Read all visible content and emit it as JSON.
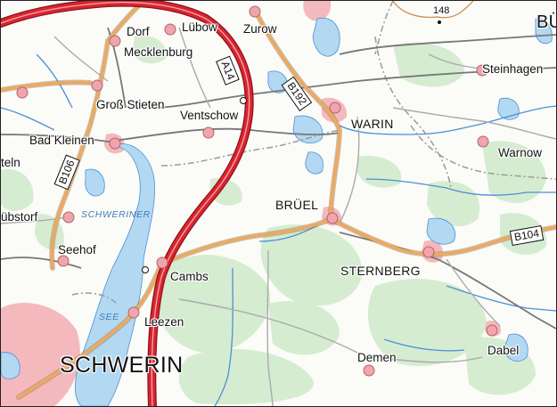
{
  "places": {
    "dorf_mecklenburg_1": "Dorf",
    "dorf_mecklenburg_2": "Mecklenburg",
    "luebow": "Lübow",
    "zurow": "Zurow",
    "bue_partial": "BÜ",
    "steinhagen": "Steinhagen",
    "gross_stieten": "Groß Stieten",
    "ventschow": "Ventschow",
    "warin": "WARIN",
    "bad_kleinen": "Bad Kleinen",
    "teln_partial": "teln",
    "warnow": "Warnow",
    "bruel": "BRÜEL",
    "luebstorf_partial": "übstorf",
    "seehof": "Seehof",
    "sternberg": "STERNBERG",
    "cambs": "Cambs",
    "leezen": "Leezen",
    "dabel": "Dabel",
    "schwerin": "SCHWERIN",
    "demen": "Demen"
  },
  "water": {
    "schweriner": "SCHWERINER",
    "see": "SEE"
  },
  "elevation": {
    "spot_148": "148"
  },
  "roads": {
    "a14": "A14",
    "b192": "B192",
    "b106": "B106",
    "b104": "B104"
  },
  "colors": {
    "autobahn": "#c8202b",
    "federal_road": "#e9aa66",
    "water": "#b3d8f1",
    "water_line": "#4a90d6",
    "forest": "#d5ecd1",
    "urban": "#f4b9bd",
    "rail": "#777777",
    "border": "#9a9a9a"
  }
}
